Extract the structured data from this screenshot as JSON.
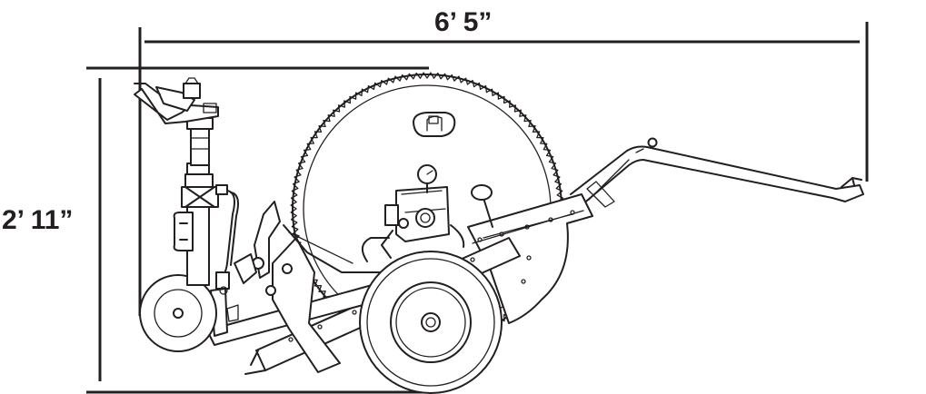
{
  "diagram": {
    "width_dimension": "6’ 5”",
    "height_dimension": "2’ 11”",
    "colors": {
      "line": "#231f20",
      "background": "#ffffff"
    },
    "parts": [
      "sprinkler-gun",
      "hose-reel-drum",
      "pressure-gauge",
      "turbine-gearbox",
      "large-wheel",
      "small-front-wheel",
      "tow-handle",
      "frame",
      "reel-lever"
    ]
  }
}
